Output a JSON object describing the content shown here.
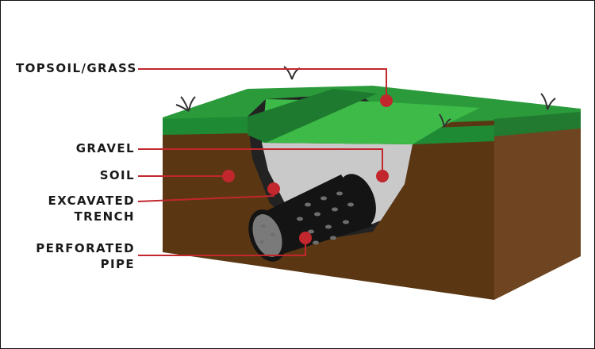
{
  "labels": {
    "topsoil": "TOPSOIL/GRASS",
    "gravel": "GRAVEL",
    "soil": "SOIL",
    "trench_1": "EXCAVATED",
    "trench_2": "TRENCH",
    "pipe_1": "PERFORATED",
    "pipe_2": "PIPE"
  },
  "colors": {
    "grass_dark": "#1f8a34",
    "grass_light": "#3dba47",
    "grass_top": "#2a9a3b",
    "soil_front": "#5a3613",
    "soil_side": "#6e4520",
    "gravel": "#c9c9c9",
    "pipe": "#141414",
    "leader": "#c1272d"
  }
}
